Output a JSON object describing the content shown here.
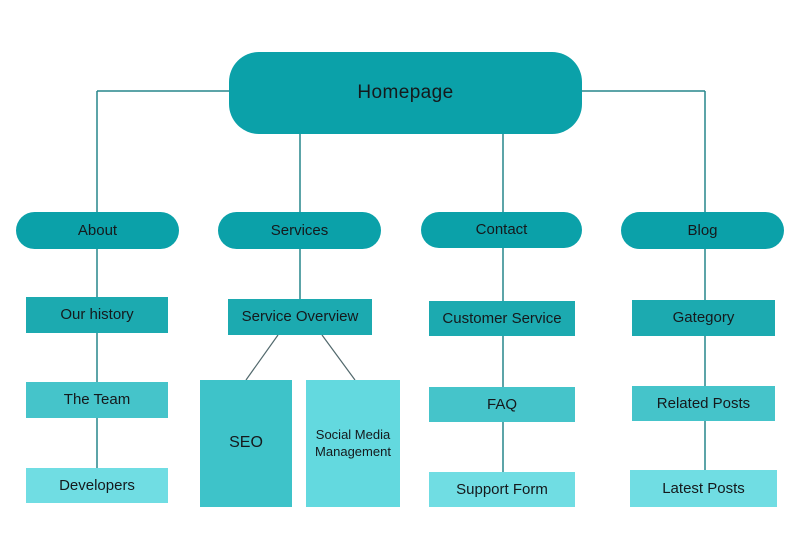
{
  "diagram": {
    "type": "sitemap-flowchart",
    "palette": {
      "level1": "#0ba1a9",
      "level2": "#1caab0",
      "level3": "#45c4ca",
      "level4": "#70dde3",
      "seo_box": "#3ec3c9",
      "smm_box": "#63d9df",
      "connector_line": "#26858b",
      "diagonal_line": "#51686c",
      "text": "#15191c",
      "background": "#ffffff"
    },
    "nodes": {
      "homepage": {
        "label": "Homepage"
      },
      "about": {
        "label": "About"
      },
      "services": {
        "label": "Services"
      },
      "contact": {
        "label": "Contact"
      },
      "blog": {
        "label": "Blog"
      },
      "our_history": {
        "label": "Our history"
      },
      "the_team": {
        "label": "The Team"
      },
      "developers": {
        "label": "Developers"
      },
      "service_overview": {
        "label": "Service Overview"
      },
      "seo": {
        "label": "SEO"
      },
      "social_media_management": {
        "label": "Social Media Management"
      },
      "customer_service": {
        "label": "Customer Service"
      },
      "faq": {
        "label": "FAQ"
      },
      "support_form": {
        "label": "Support Form"
      },
      "gategory": {
        "label": "Gategory"
      },
      "related_posts": {
        "label": "Related Posts"
      },
      "latest_posts": {
        "label": "Latest Posts"
      }
    },
    "hierarchy": {
      "Homepage": [
        "About",
        "Services",
        "Contact",
        "Blog"
      ],
      "About": [
        "Our history",
        "The Team",
        "Developers"
      ],
      "Services": [
        "Service Overview"
      ],
      "Service Overview": [
        "SEO",
        "Social Media Management"
      ],
      "Contact": [
        "Customer Service",
        "FAQ",
        "Support Form"
      ],
      "Blog": [
        "Gategory",
        "Related Posts",
        "Latest Posts"
      ]
    }
  }
}
